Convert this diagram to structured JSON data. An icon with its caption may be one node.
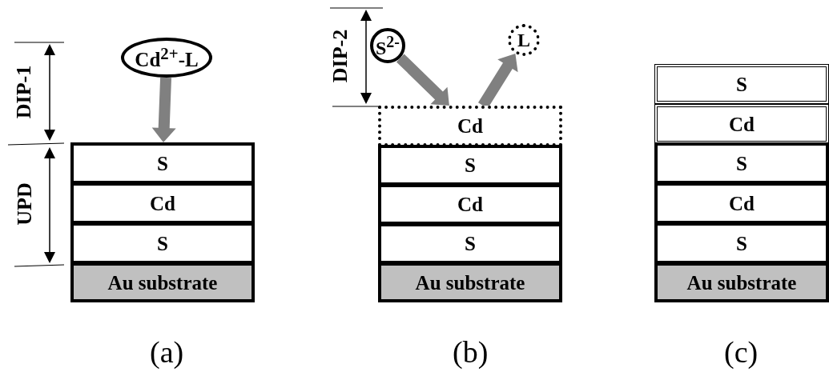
{
  "diagram": {
    "nodes": [
      {
        "text": [
          "Cd$^{2+}$-L"
        ]
      },
      {
        "text": [
          "S"
        ]
      },
      {
        "text": [
          "Cd"
        ]
      },
      {
        "text": [
          "S"
        ]
      },
      {
        "text": [
          "Au substrate"
        ]
      },
      {
        "text": [
          "S$^{2-}$"
        ]
      },
      {
        "text": [
          "L"
        ]
      },
      {
        "text": [
          "Cd"
        ]
      },
      {
        "text": [
          "S"
        ]
      },
      {
        "text": [
          "Cd"
        ]
      },
      {
        "text": [
          "S"
        ]
      },
      {
        "text": [
          "Au substrate"
        ]
      },
      {
        "text": [
          "S"
        ]
      },
      {
        "text": [
          "Cd"
        ]
      },
      {
        "text": [
          "S"
        ]
      },
      {
        "text": [
          "Cd"
        ]
      },
      {
        "text": [
          "S"
        ]
      },
      {
        "text": [
          "Au substrate"
        ]
      }
    ],
    "edges": [
      {
        "from": 0,
        "to": 1,
        "arrow": "to"
      },
      {
        "from": 5,
        "to": 7,
        "arrow": "to"
      },
      {
        "from": 7,
        "to": 6,
        "arrow": "to"
      }
    ],
    "labels": [
      "DIP-1",
      "UPD",
      "DIP-2",
      "(a)",
      "(b)",
      "(c)"
    ]
  }
}
